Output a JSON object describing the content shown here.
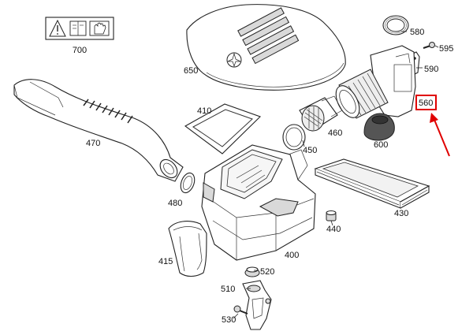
{
  "highlight_color": "#e00000",
  "highlighted_part": "560",
  "warning_icons": [
    "warning-triangle-icon",
    "manual-book-icon",
    "hand-protection-icon"
  ],
  "parts": {
    "p700": "700",
    "p650": "650",
    "p580": "580",
    "p595": "595",
    "p590": "590",
    "p560": "560",
    "p470": "470",
    "p410": "410",
    "p460": "460",
    "p450": "450",
    "p600": "600",
    "p430": "430",
    "p480": "480",
    "p440": "440",
    "p400": "400",
    "p415": "415",
    "p520": "520",
    "p510": "510",
    "p530": "530"
  }
}
